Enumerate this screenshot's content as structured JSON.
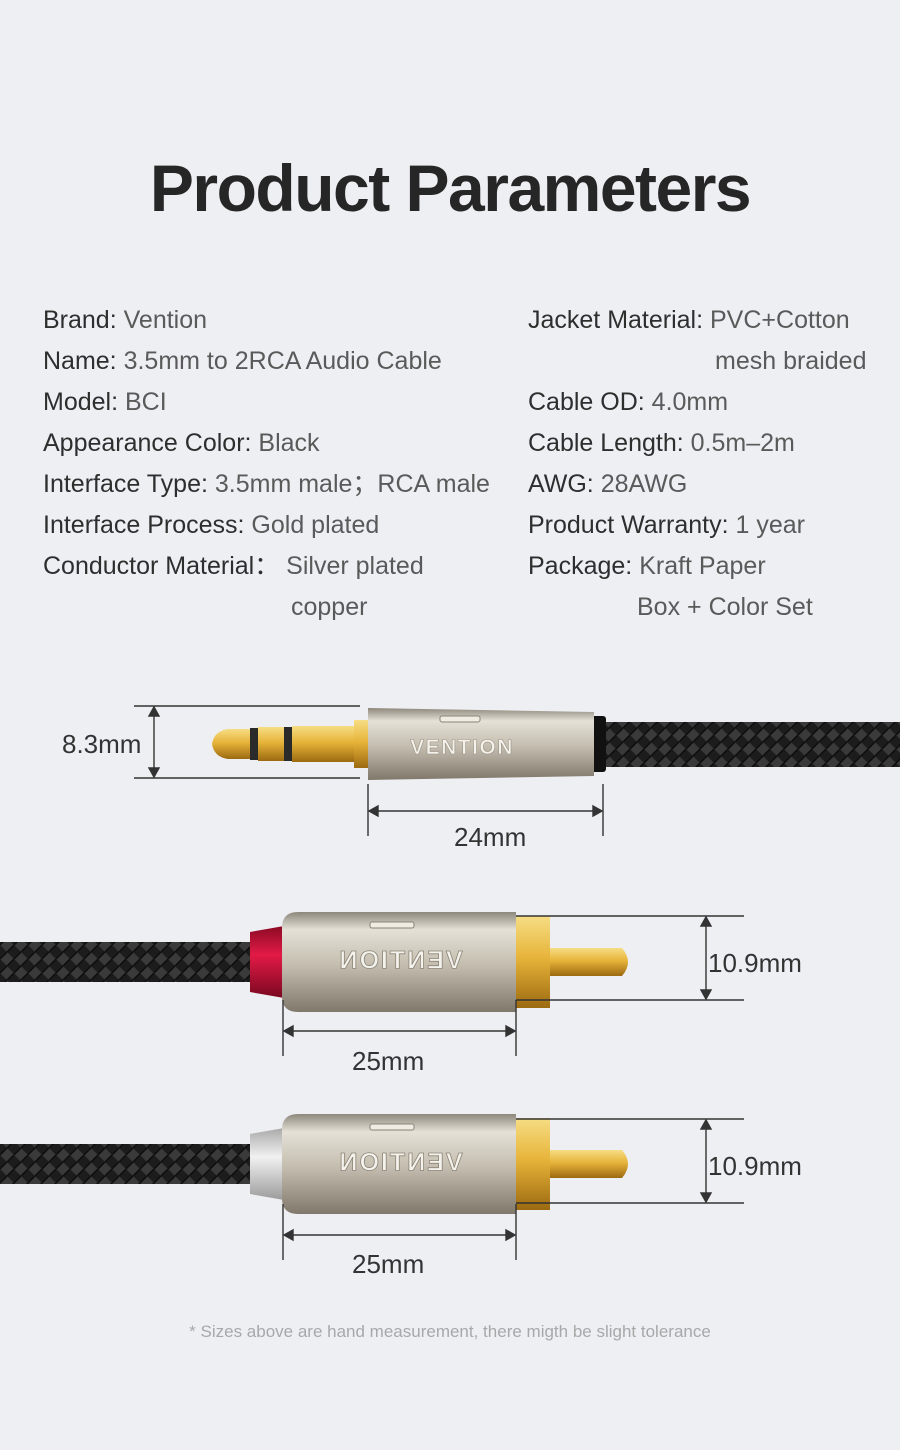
{
  "title": "Product Parameters",
  "left_params": [
    {
      "key": "Brand:",
      "value": " Vention"
    },
    {
      "key": "Name:",
      "value": " 3.5mm to 2RCA Audio Cable"
    },
    {
      "key": "Model:",
      "value": " BCI"
    },
    {
      "key": "Appearance Color:",
      "value": " Black"
    },
    {
      "key": "Interface Type:",
      "value": " 3.5mm male；RCA male"
    },
    {
      "key": "Interface Process:",
      "value": " Gold plated"
    },
    {
      "key": "Conductor Material：",
      "value": " Silver plated",
      "cont": "copper"
    }
  ],
  "right_params": [
    {
      "key": "Jacket Material:",
      "value": " PVC+Cotton",
      "cont": "mesh braided"
    },
    {
      "key": "Cable OD:",
      "value": " 4.0mm"
    },
    {
      "key": "Cable Length:",
      "value": " 0.5m–2m"
    },
    {
      "key": "AWG:",
      "value": " 28AWG"
    },
    {
      "key": "Product Warranty:",
      "value": " 1 year"
    },
    {
      "key": "Package:",
      "value": " Kraft Paper",
      "cont": "Box + Color Set"
    }
  ],
  "dimensions": {
    "jack_height": "8.3mm",
    "jack_length": "24mm",
    "rca_red_height": "10.9mm",
    "rca_red_length": "25mm",
    "rca_white_height": "10.9mm",
    "rca_white_length": "25mm"
  },
  "brand_logo": "VENTION",
  "colors": {
    "background": "#eeeff3",
    "gold": "#d9a42a",
    "metal": "#b9b2a4",
    "red_ring": "#d4143c",
    "white_ring": "#d8d8d8",
    "braid": "#1e1e1e"
  },
  "footnote": "* Sizes above are hand measurement, there migth be slight tolerance"
}
